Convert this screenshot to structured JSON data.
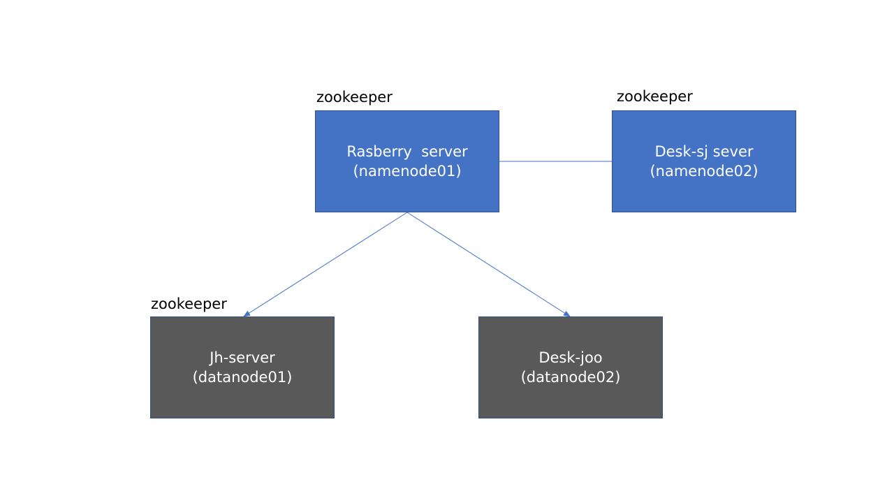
{
  "colors": {
    "namenode_fill": "#4472c4",
    "datanode_fill": "#595959",
    "border": "#2f528f",
    "connector": "#4472c4",
    "label_text": "#000000",
    "box_text": "#ffffff"
  },
  "nodes": [
    {
      "id": "n1",
      "line1": "Rasberry  server",
      "line2": "(namenode01)",
      "role": "namenode"
    },
    {
      "id": "n2",
      "line1": "Desk-sj sever",
      "line2": "(namenode02)",
      "role": "namenode"
    },
    {
      "id": "n3",
      "line1": "Jh-server",
      "line2": "(datanode01)",
      "role": "datanode"
    },
    {
      "id": "n4",
      "line1": "Desk-joo",
      "line2": "(datanode02)",
      "role": "datanode"
    }
  ],
  "tags": {
    "n1": "zookeeper",
    "n2": "zookeeper",
    "n3": "zookeeper"
  },
  "edges": [
    {
      "from": "n1",
      "to": "n2",
      "arrow": false
    },
    {
      "from": "n1",
      "to": "n3",
      "arrow": true
    },
    {
      "from": "n1",
      "to": "n4",
      "arrow": true
    }
  ]
}
